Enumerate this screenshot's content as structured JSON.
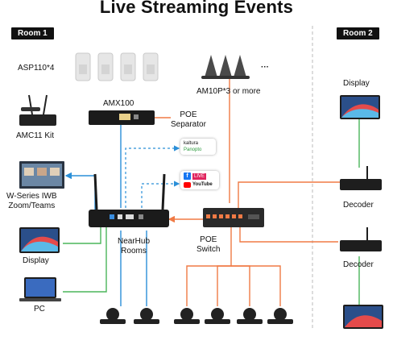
{
  "title": "Live Streaming Events",
  "rooms": {
    "left": "Room 1",
    "right": "Room 2"
  },
  "devices": {
    "speakers": "ASP110*4",
    "amx": "AMX100",
    "mics": "AM10P*3 or more",
    "mics_more": "···",
    "poe_separator": "POE\nSeparator",
    "amc": "AMC11 Kit",
    "iwb": "W-Series IWB\nZoom/Teams",
    "display_left": "Display",
    "pc": "PC",
    "nearhub": "NearHub\nRooms",
    "poe_switch": "POE\nSwitch",
    "display_right": "Display",
    "decoder_1": "Decoder",
    "decoder_2": "Decoder"
  },
  "services": {
    "kaltura": "kaltura",
    "panopto": "Panopto",
    "facebook_live": "LIVE",
    "youtube": "YouTube"
  },
  "colors": {
    "orange": "#f07a45",
    "blue": "#2a8fd8",
    "green": "#4ab55a",
    "dashed": "#2a8fd8",
    "separator": "#bbbbbb"
  }
}
